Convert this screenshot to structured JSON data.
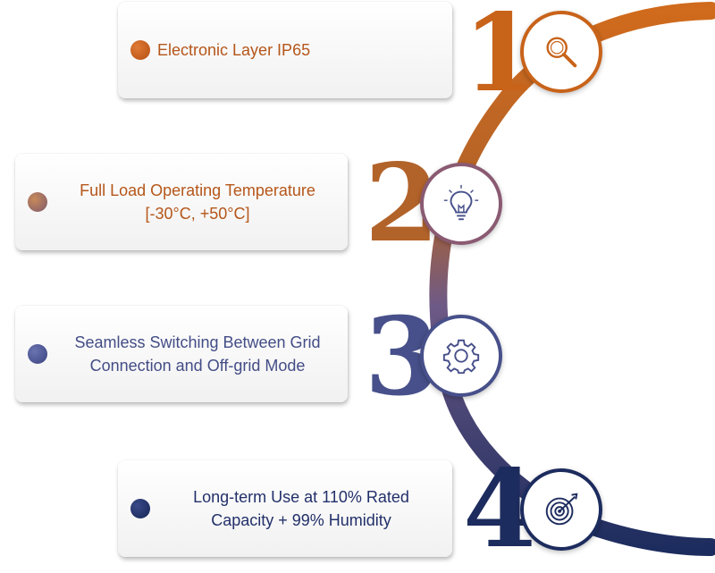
{
  "colors": {
    "orange": "#c8631a",
    "mauve": "#8a5a72",
    "indigo": "#47508a",
    "navy": "#1d2c5e",
    "text_orange": "#b5561a",
    "text_indigo": "#434d86",
    "text_navy": "#22306a"
  },
  "steps": [
    {
      "number": "1",
      "lines": [
        "Electronic Layer IP65"
      ],
      "icon": "magnifier-icon"
    },
    {
      "number": "2",
      "lines": [
        "Full Load Operating Temperature",
        "[-30°C, +50°C]"
      ],
      "icon": "lightbulb-icon"
    },
    {
      "number": "3",
      "lines": [
        "Seamless Switching Between Grid",
        "Connection and Off-grid Mode"
      ],
      "icon": "gear-icon"
    },
    {
      "number": "4",
      "lines": [
        "Long-term Use at 110% Rated",
        "Capacity + 99% Humidity"
      ],
      "icon": "target-icon"
    }
  ]
}
